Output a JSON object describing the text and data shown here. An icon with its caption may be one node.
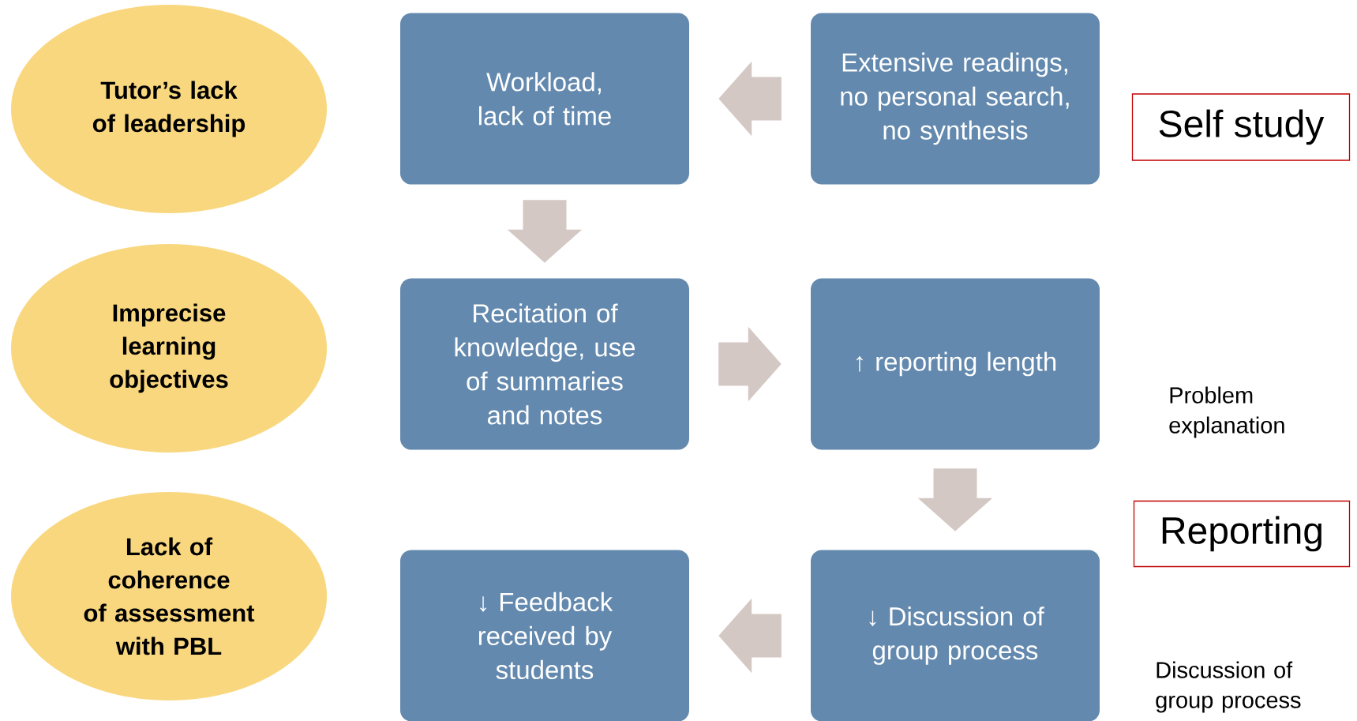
{
  "diagram": {
    "nodes": [
      {
        "text": [
          "Tutor’s lack of leadership"
        ]
      },
      {
        "text": [
          "Workload, lack of time"
        ]
      },
      {
        "text": [
          "Extensive readings, no personal search, no synthesis"
        ]
      },
      {
        "text": [
          "Self study"
        ]
      },
      {
        "text": [
          "Imprecise learning objectives"
        ]
      },
      {
        "text": [
          "Recitation of knowledge, use of summaries and notes"
        ]
      },
      {
        "text": [
          "↑ reporting length"
        ]
      },
      {
        "text": [
          "Reporting"
        ]
      },
      {
        "text": [
          "Lack of coherence of assessment with PBL"
        ]
      },
      {
        "text": [
          "↓ Feedback received by students"
        ]
      },
      {
        "text": [
          "↓ Discussion of group process"
        ]
      }
    ],
    "edges": [
      {
        "from": 2,
        "to": 1,
        "arrow": "to"
      },
      {
        "from": 1,
        "to": 5,
        "arrow": "to"
      },
      {
        "from": 5,
        "to": 6,
        "arrow": "to"
      },
      {
        "from": 6,
        "to": 10,
        "arrow": "to"
      },
      {
        "from": 10,
        "to": 9,
        "arrow": "to"
      }
    ],
    "labels": [
      "Problem explanation",
      "Discussion of group process"
    ]
  }
}
